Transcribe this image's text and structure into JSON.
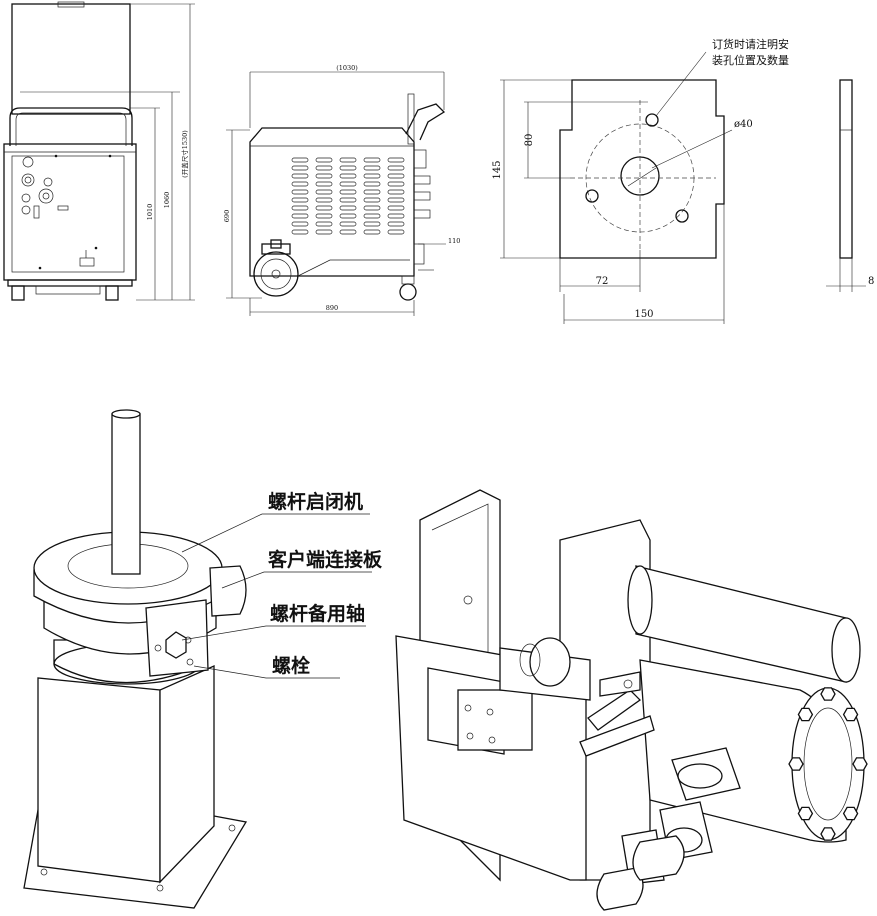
{
  "front_view": {
    "dims": [
      "1010",
      "1060",
      "(开盖尺寸1530)"
    ]
  },
  "side_view": {
    "dims": [
      "(1030)",
      "890",
      "690",
      "110"
    ]
  },
  "plate_drawing": {
    "note_line1": "订货时请注明安",
    "note_line2": "装孔位置及数量",
    "dims": {
      "diameter": "ø40",
      "hole_offset": "80",
      "height": "145",
      "hole_x": "72",
      "width": "150",
      "thickness": "8"
    }
  },
  "assembly_labels": [
    "螺杆启闭机",
    "客户端连接板",
    "螺杆备用轴",
    "螺栓"
  ]
}
